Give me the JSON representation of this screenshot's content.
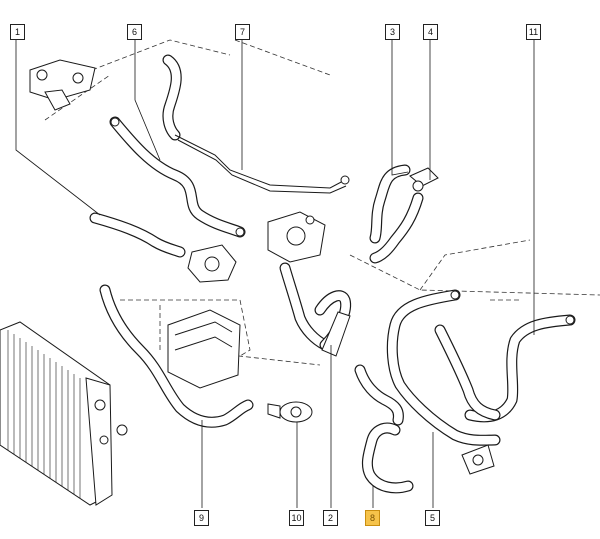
{
  "diagram": {
    "callouts": [
      {
        "id": "c1",
        "label": "1",
        "highlighted": false
      },
      {
        "id": "c6",
        "label": "6",
        "highlighted": false
      },
      {
        "id": "c7",
        "label": "7",
        "highlighted": false
      },
      {
        "id": "c3",
        "label": "3",
        "highlighted": false
      },
      {
        "id": "c4",
        "label": "4",
        "highlighted": false
      },
      {
        "id": "c11",
        "label": "11",
        "highlighted": false
      },
      {
        "id": "c9",
        "label": "9",
        "highlighted": false
      },
      {
        "id": "c10",
        "label": "10",
        "highlighted": false
      },
      {
        "id": "c2",
        "label": "2",
        "highlighted": false
      },
      {
        "id": "c8",
        "label": "8",
        "highlighted": true
      },
      {
        "id": "c5",
        "label": "5",
        "highlighted": false
      }
    ],
    "colors": {
      "line": "#1a1a1a",
      "hose_fill": "#ffffff",
      "highlight": "#f6c34a"
    }
  }
}
